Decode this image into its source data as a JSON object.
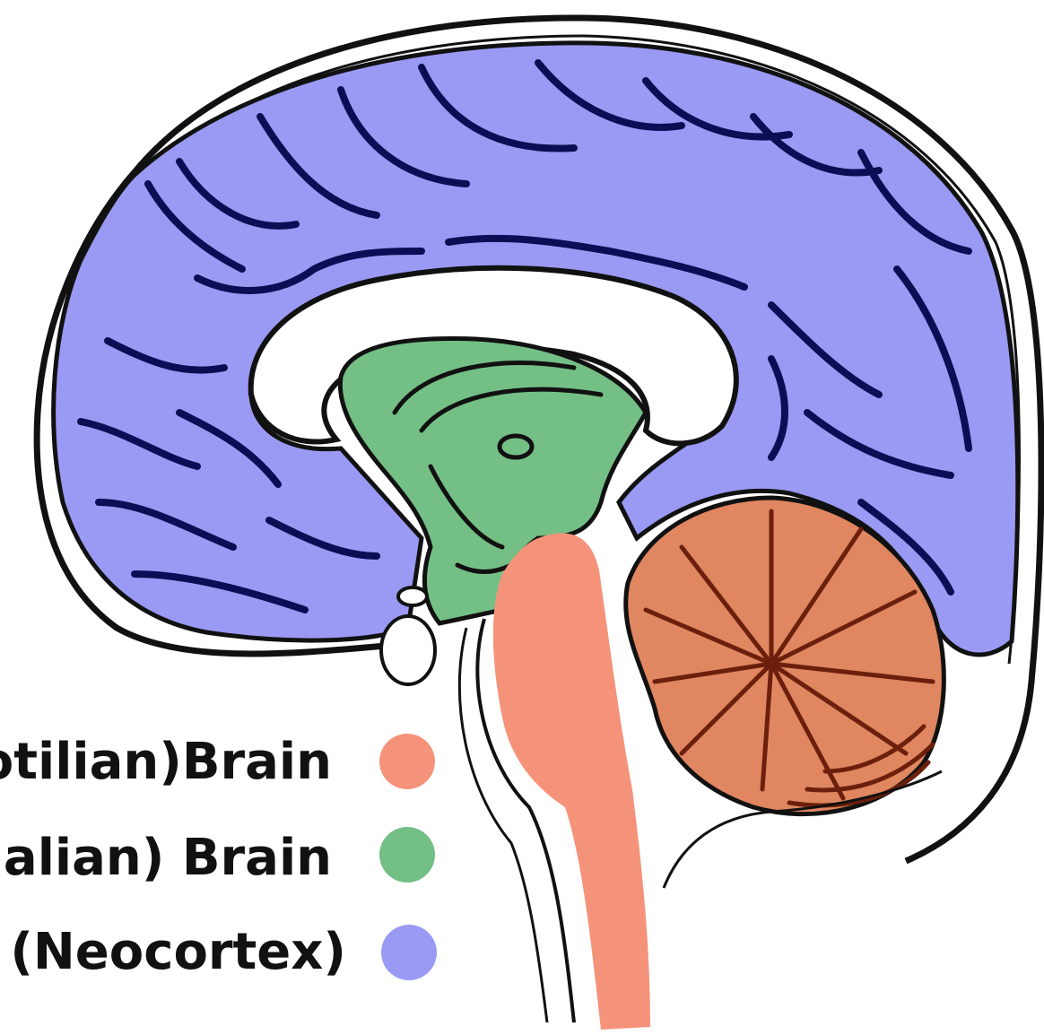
{
  "legend": {
    "items": [
      {
        "label": "otilian)Brain",
        "color": "#f5937a",
        "region": "reptilian"
      },
      {
        "label": "alian) Brain",
        "color": "#74bf86",
        "region": "mammalian"
      },
      {
        "label": "(Neocortex)",
        "color": "#9a9af5",
        "region": "neocortex"
      }
    ]
  },
  "colors": {
    "neocortex": "#9a9af5",
    "limbic": "#74bf86",
    "brainstem": "#f5937a",
    "cerebellum": "#e08660",
    "cerebellum_lines": "#6b1f0c",
    "sulci": "#0d0d55",
    "outline": "#111111",
    "background": "#ffffff"
  }
}
